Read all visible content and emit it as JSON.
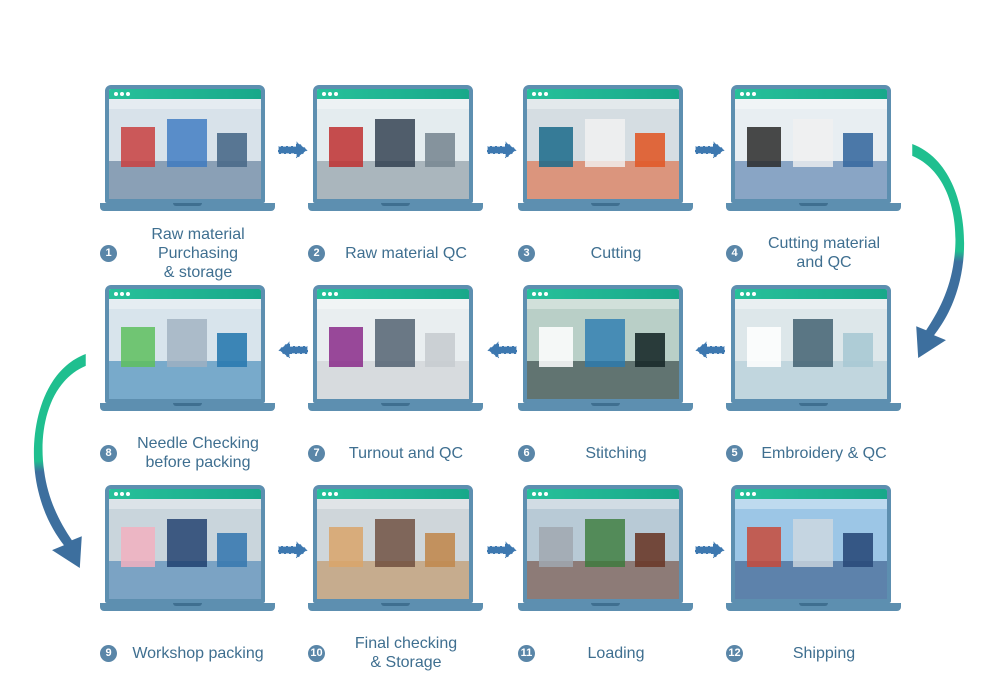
{
  "steps": [
    {
      "num": "1",
      "label": "Raw material\nPurchasing\n& storage",
      "icon": "warehouse-photo"
    },
    {
      "num": "2",
      "label": "Raw material QC",
      "icon": "lab-photo"
    },
    {
      "num": "3",
      "label": "Cutting",
      "icon": "cutting-machine-photo"
    },
    {
      "num": "4",
      "label": "Cutting material\nand QC",
      "icon": "qc-station-photo"
    },
    {
      "num": "5",
      "label": "Embroidery & QC",
      "icon": "embroidery-machine-photo"
    },
    {
      "num": "6",
      "label": "Stitching",
      "icon": "sewing-photo"
    },
    {
      "num": "7",
      "label": "Turnout and QC",
      "icon": "test-rig-photo"
    },
    {
      "num": "8",
      "label": "Needle Checking\nbefore packing",
      "icon": "needle-detector-photo"
    },
    {
      "num": "9",
      "label": "Workshop packing",
      "icon": "packing-photo"
    },
    {
      "num": "10",
      "label": "Final checking\n& Storage",
      "icon": "cartons-photo"
    },
    {
      "num": "11",
      "label": "Loading",
      "icon": "forklift-container-photo"
    },
    {
      "num": "12",
      "label": "Shipping",
      "icon": "cargo-ship-photo"
    }
  ],
  "colors": {
    "laptop_frame": "#5d8fb0",
    "screen_bar": "#27c19a",
    "caption_text": "#3f6f90",
    "arrow": "#3d78b0",
    "curve_green": "#1fbf8f",
    "curve_blue": "#3d6f9e"
  }
}
